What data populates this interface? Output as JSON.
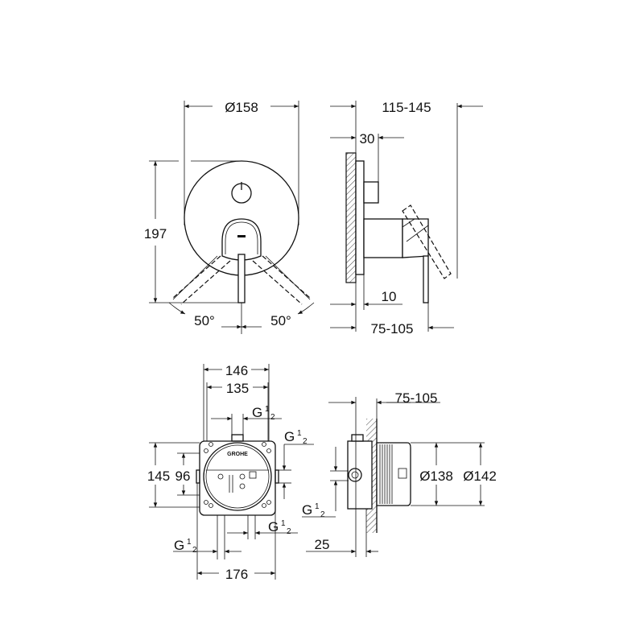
{
  "drawing": {
    "front_view": {
      "diameter": "Ø158",
      "height": "197",
      "angle_left": "50°",
      "angle_right": "50°"
    },
    "side_view": {
      "projection": "115-145",
      "depth": "30",
      "plate": "10",
      "range": "75-105"
    },
    "box_front": {
      "width_outer": "146",
      "width_inner": "135",
      "height_outer": "145",
      "height_inner": "96",
      "width_total": "176",
      "thread": "G",
      "thread_frac_num": "1",
      "thread_frac_den": "2",
      "logo": "GROHE"
    },
    "box_side": {
      "range": "75-105",
      "dia_inner": "Ø138",
      "dia_outer": "Ø142",
      "offset": "25"
    }
  }
}
